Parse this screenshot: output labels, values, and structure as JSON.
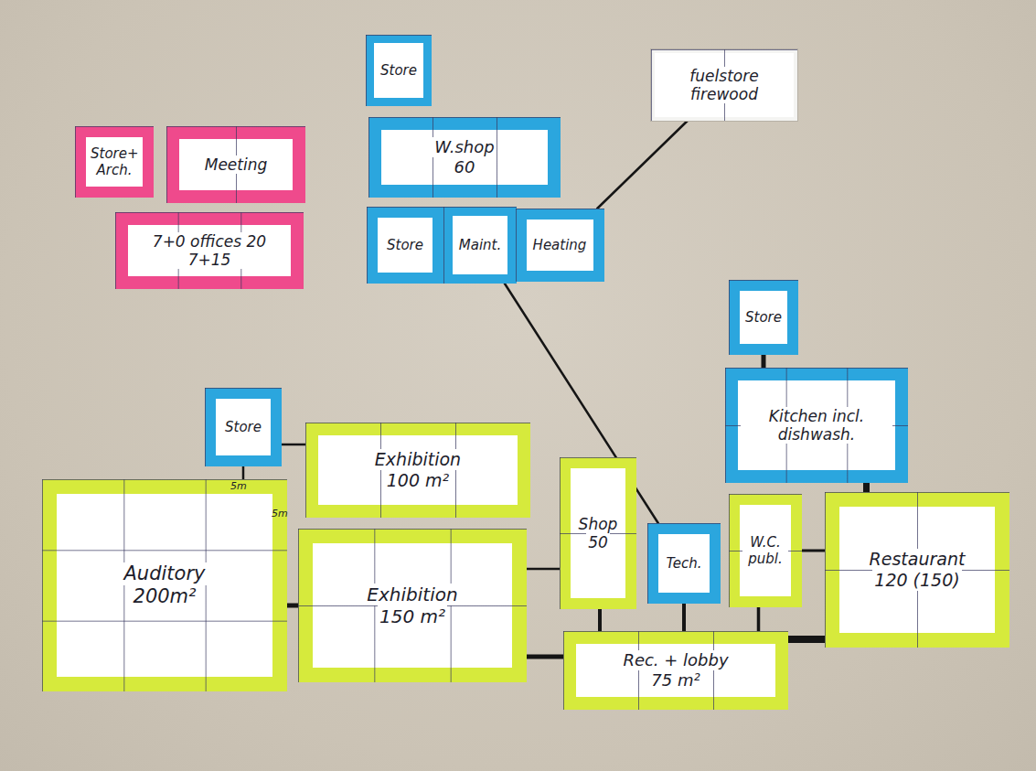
{
  "diagram": {
    "nodes": [
      {
        "text": [
          "Store"
        ]
      },
      {
        "text": [
          "fuelstore firewood"
        ]
      },
      {
        "text": [
          "W.shop",
          "60"
        ]
      },
      {
        "text": [
          "Store+ Arch."
        ]
      },
      {
        "text": [
          "Meeting"
        ]
      },
      {
        "text": [
          "7+0 offices 20 7+15"
        ]
      },
      {
        "text": [
          "Store"
        ]
      },
      {
        "text": [
          "Maint."
        ]
      },
      {
        "text": [
          "Heating"
        ]
      },
      {
        "text": [
          "Store"
        ]
      },
      {
        "text": [
          "Kitchen incl. dishwash."
        ]
      },
      {
        "text": [
          "Store"
        ]
      },
      {
        "text": [
          "Exhibition",
          "100 m²"
        ]
      },
      {
        "text": [
          "Shop",
          "50"
        ]
      },
      {
        "text": [
          "Auditory",
          "200m²"
        ]
      },
      {
        "text": [
          "Restaurant",
          "120 (150)"
        ]
      },
      {
        "text": [
          "W.C. publ."
        ]
      },
      {
        "text": [
          "Tech."
        ]
      },
      {
        "text": [
          "Exhibition",
          "150 m²"
        ]
      },
      {
        "text": [
          "Rec. + lobby",
          "75 m²"
        ]
      }
    ],
    "edges": [
      {
        "from": 1,
        "to": 8,
        "arrow": "none"
      },
      {
        "from": 7,
        "to": 17,
        "arrow": "none"
      },
      {
        "from": 9,
        "to": 10,
        "arrow": "none"
      },
      {
        "from": 11,
        "to": 12,
        "arrow": "none"
      },
      {
        "from": 11,
        "to": 14,
        "arrow": "none"
      },
      {
        "from": 14,
        "to": 18,
        "arrow": "none"
      },
      {
        "from": 18,
        "to": 13,
        "arrow": "none"
      },
      {
        "from": 18,
        "to": 19,
        "arrow": "none"
      },
      {
        "from": 13,
        "to": 19,
        "arrow": "none"
      },
      {
        "from": 17,
        "to": 19,
        "arrow": "none"
      },
      {
        "from": 16,
        "to": 19,
        "arrow": "none"
      },
      {
        "from": 16,
        "to": 15,
        "arrow": "none"
      },
      {
        "from": 15,
        "to": 19,
        "arrow": "none"
      },
      {
        "from": 10,
        "to": 15,
        "arrow": "none"
      }
    ],
    "labels": [
      "5m",
      "5m"
    ]
  }
}
